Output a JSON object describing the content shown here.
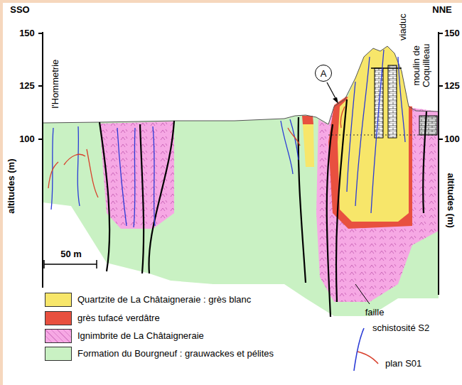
{
  "diagram": {
    "nodes": [
      {
        "text": [
          "A"
        ]
      }
    ],
    "labels": [
      "SSO",
      "NNE",
      "150",
      "125",
      "100",
      "150",
      "125",
      "100",
      "l'Hommetrie",
      "altitudes (m)",
      "viaduc",
      "moulin de Coquilleau",
      "altitudes (m)",
      "50 m",
      "faille"
    ],
    "legend": [
      {
        "text": "Quartzite de La Châtaigneraie : grès blanc",
        "color": "#f7e66a"
      },
      {
        "text": "grès tufacé verdâtre",
        "color": "#e8503f"
      },
      {
        "text": "Ignimbrite de La Châtaigneraie",
        "color": "#f6a8e4"
      },
      {
        "text": "Formation du Bourgneuf : grauwackes et pélites",
        "color": "#c9f1c3"
      },
      {
        "text": "schistosité S2"
      },
      {
        "text": "plan S01"
      }
    ]
  }
}
